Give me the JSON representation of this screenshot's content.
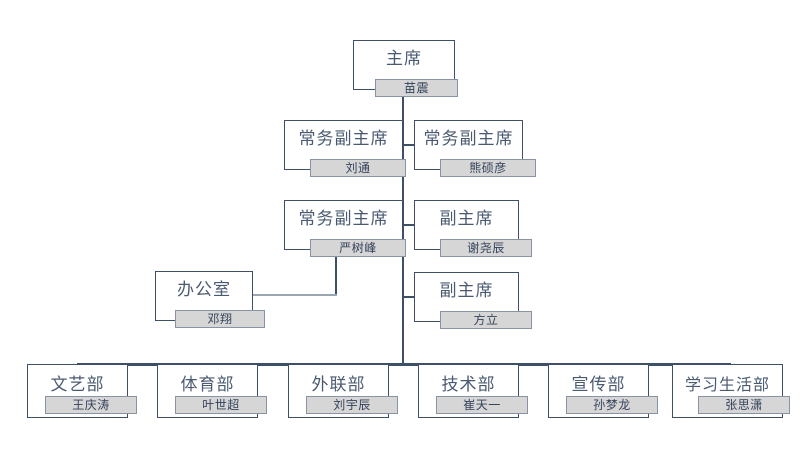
{
  "chart": {
    "kind": "organization-chart",
    "title_color": "#4a5a70",
    "box_border_color": "#3d5068",
    "name_box_fill": "#d6d6d6",
    "name_box_border": "#8894a4",
    "line_color": "#3d5068",
    "soft_line_color": "#9aa5b1",
    "background": "#ffffff"
  },
  "nodes": {
    "chairman": {
      "title": "主席",
      "name": "苗震"
    },
    "exec_vice_1": {
      "title": "常务副主席",
      "name": "刘通"
    },
    "exec_vice_2": {
      "title": "常务副主席",
      "name": "熊硕彦"
    },
    "exec_vice_3": {
      "title": "常务副主席",
      "name": "严树峰"
    },
    "vice_1": {
      "title": "副主席",
      "name": "谢尧辰"
    },
    "vice_2": {
      "title": "副主席",
      "name": "方立"
    },
    "office": {
      "title": "办公室",
      "name": "邓翔"
    },
    "dept_arts": {
      "title": "文艺部",
      "name": "王庆涛"
    },
    "dept_sports": {
      "title": "体育部",
      "name": "叶世超"
    },
    "dept_outreach": {
      "title": "外联部",
      "name": "刘宇辰"
    },
    "dept_tech": {
      "title": "技术部",
      "name": "崔天一"
    },
    "dept_publicity": {
      "title": "宣传部",
      "name": "孙梦龙"
    },
    "dept_study_life": {
      "title": "学习生活部",
      "name": "张思潇"
    }
  }
}
